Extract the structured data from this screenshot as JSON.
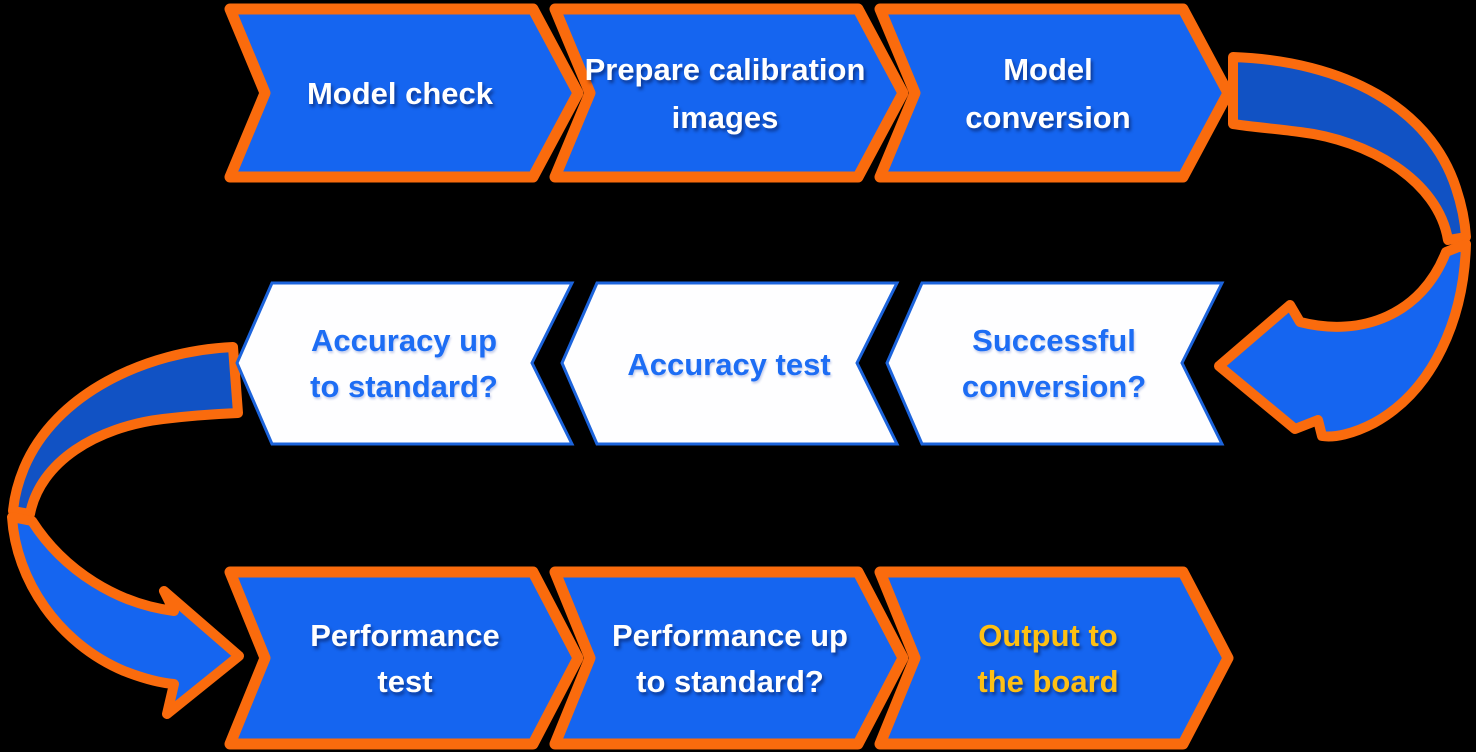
{
  "diagram": {
    "description": "Model deployment flowchart",
    "colors": {
      "background": "#000000",
      "step_fill": "#1565F0",
      "step_border": "#FA6B0D",
      "step_text": "#FFFFFF",
      "highlight_text": "#FFC013",
      "decision_fill": "#FEFEFF",
      "decision_border": "#1C64DC",
      "decision_text": "#1D6DF4",
      "arrow_dark": "#1152C4",
      "arrow_bright": "#1565F0",
      "arrow_border": "#FA6B0D"
    },
    "rows": {
      "top": {
        "steps": [
          {
            "line1": "Model check",
            "line2": ""
          },
          {
            "line1": "Prepare calibration",
            "line2": "images"
          },
          {
            "line1": "Model",
            "line2": "conversion"
          }
        ]
      },
      "middle": {
        "steps": [
          {
            "line1": "Accuracy up",
            "line2": "to standard?"
          },
          {
            "line1": "Accuracy test",
            "line2": ""
          },
          {
            "line1": "Successful",
            "line2": "conversion?"
          }
        ]
      },
      "bottom": {
        "steps": [
          {
            "line1": "Performance",
            "line2": "test"
          },
          {
            "line1": "Performance up",
            "line2": "to standard?"
          },
          {
            "line1": "Output to",
            "line2": "the board"
          }
        ]
      }
    },
    "arrows": [
      {
        "name": "curved-arrow-top-to-middle"
      },
      {
        "name": "curved-arrow-middle-to-bottom"
      }
    ]
  }
}
